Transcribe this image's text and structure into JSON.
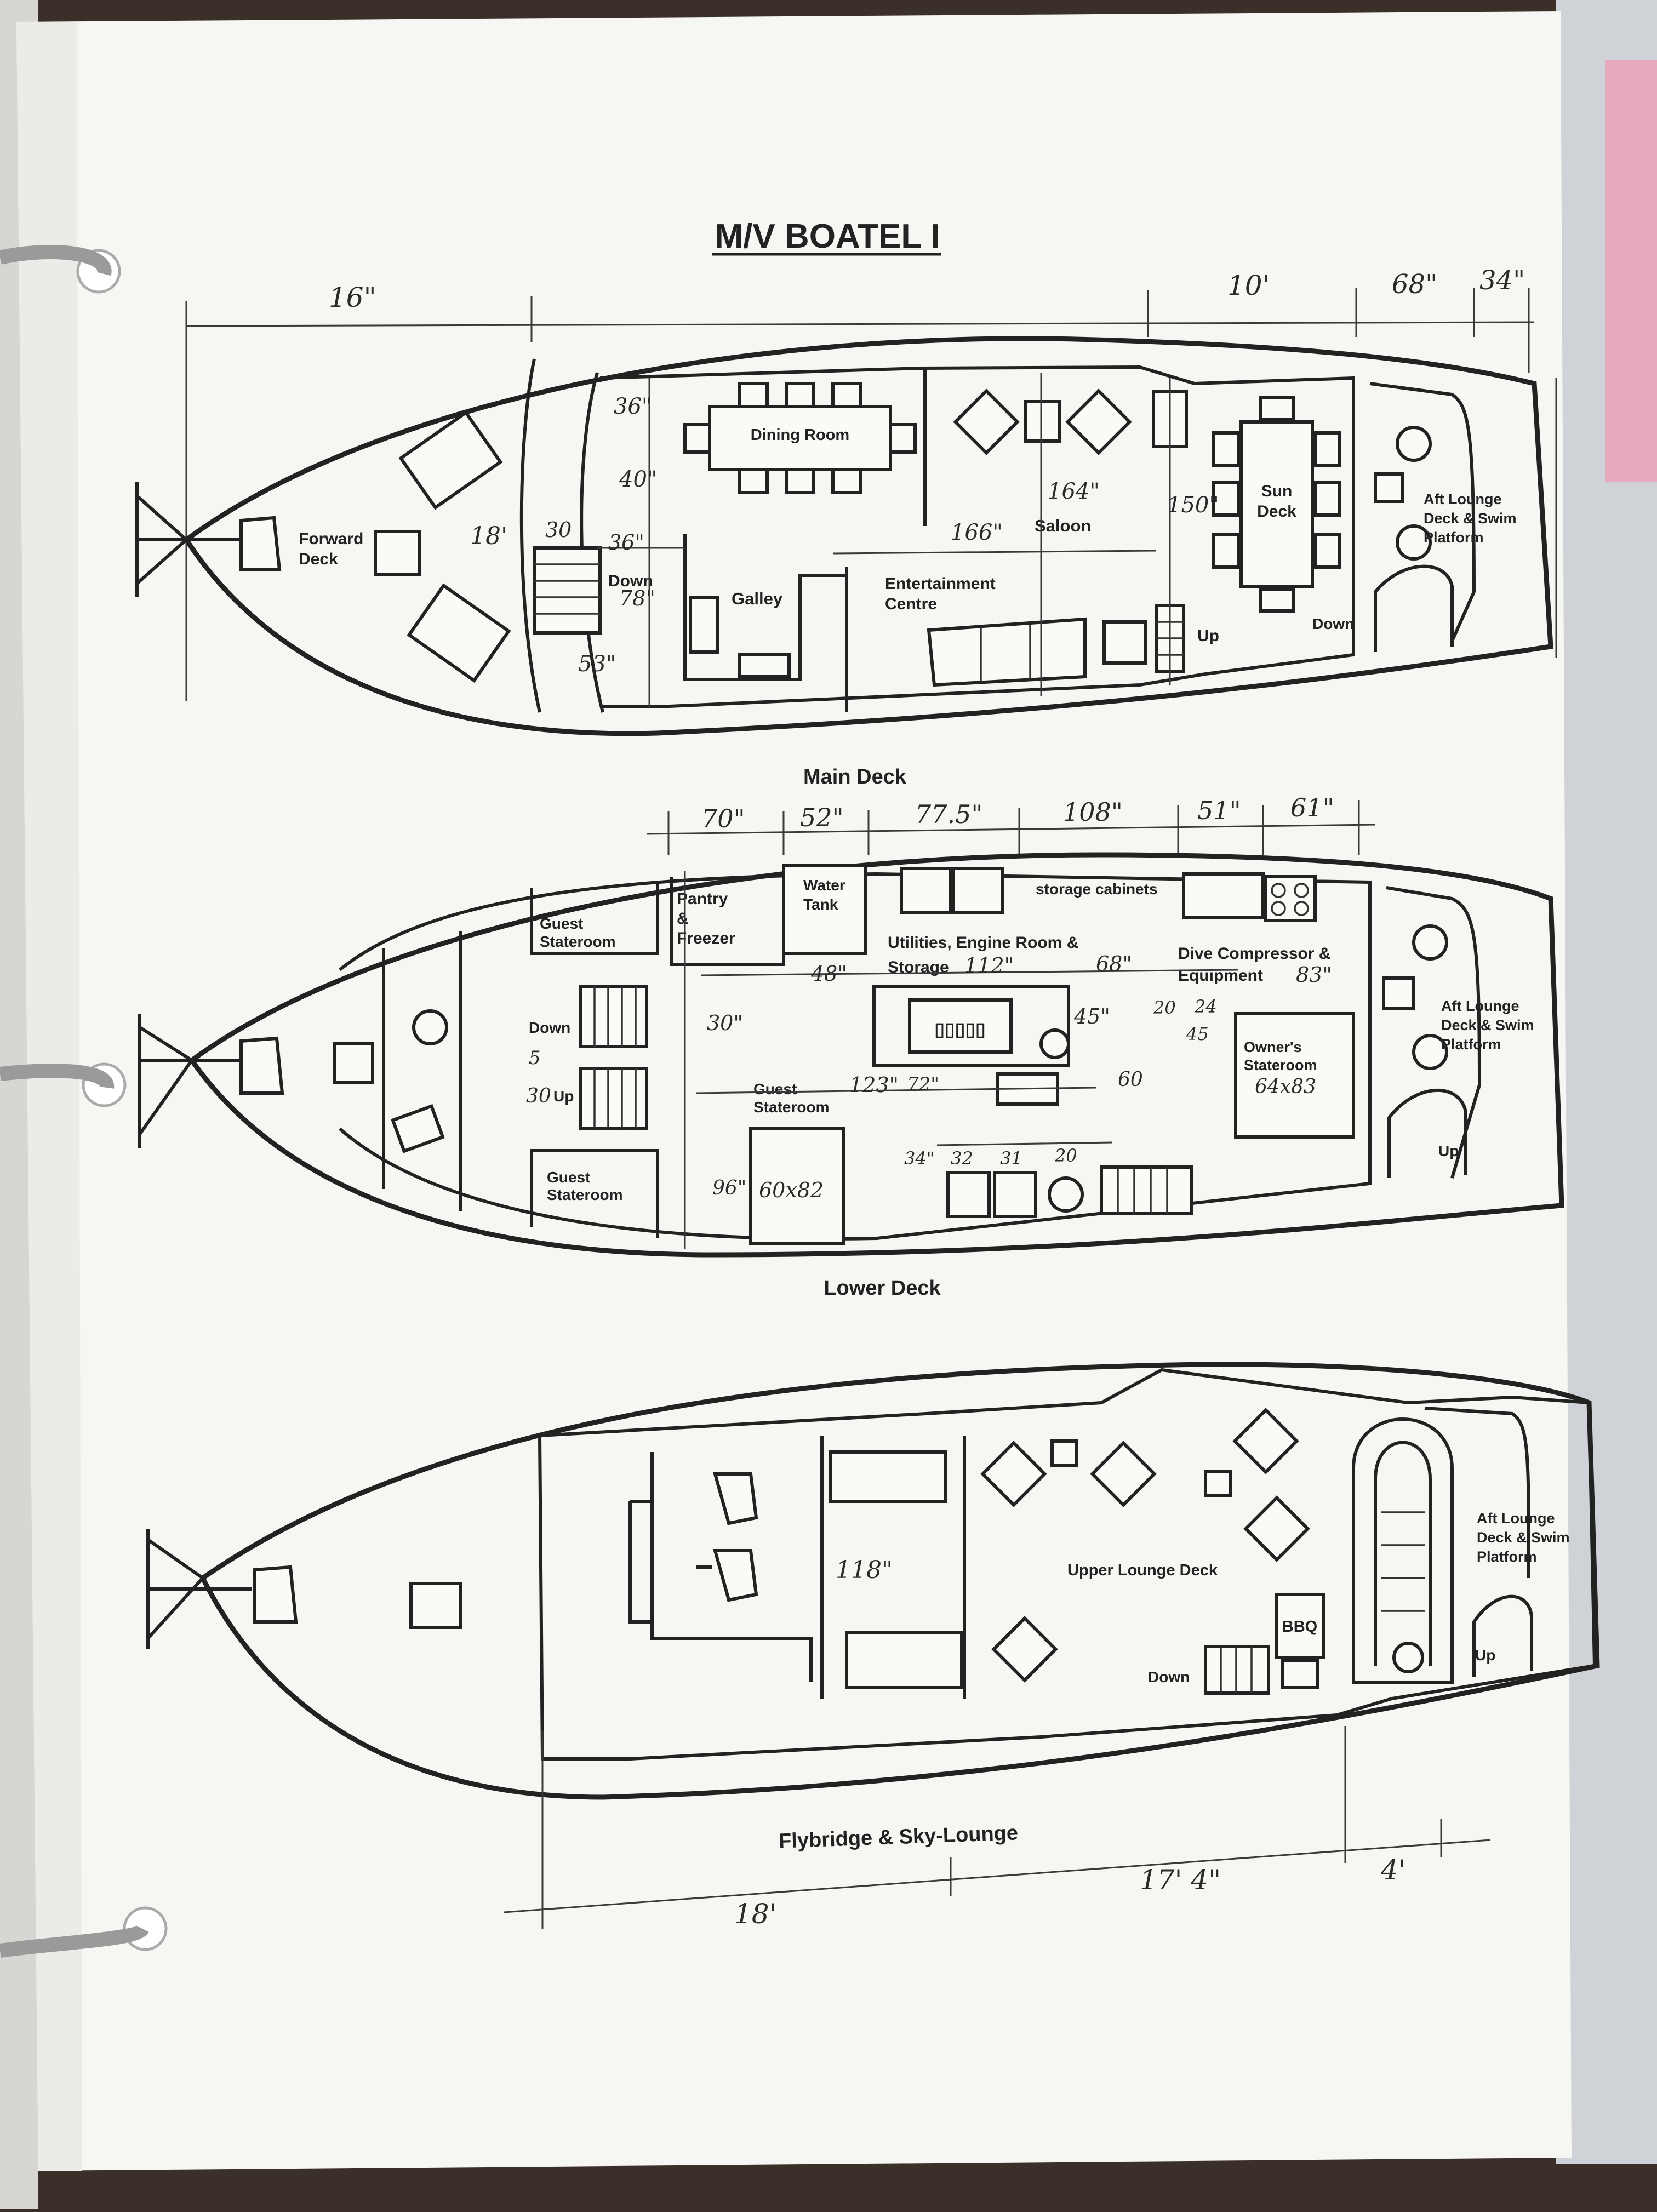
{
  "title": "M/V BOATEL I",
  "decks": {
    "main": {
      "caption": "Main Deck",
      "labels": {
        "forward_deck": [
          "Forward",
          "Deck"
        ],
        "dining_room": "Dining Room",
        "saloon": "Saloon",
        "galley": "Galley",
        "entertainment": [
          "Entertainment",
          "Centre"
        ],
        "sun_deck": [
          "Sun",
          "Deck"
        ],
        "aft_lounge": [
          "Aft Lounge",
          "Deck & Swim",
          "Platform"
        ],
        "down_fwd": "Down",
        "down_aft": "Down",
        "up": "Up"
      },
      "dimensions": {
        "top": [
          "16\"",
          "10'",
          "68\"",
          "34\""
        ],
        "inside": [
          "36\"",
          "40\"",
          "18'",
          "30",
          "36\"",
          "78\"",
          "53\"",
          "166\"",
          "164\"",
          "150\""
        ]
      }
    },
    "lower": {
      "caption": "Lower Deck",
      "labels": {
        "guest_stateroom_top": [
          "Guest",
          "Stateroom"
        ],
        "pantry": [
          "Pantry",
          "&",
          "Freezer"
        ],
        "water_tank": [
          "Water",
          "Tank"
        ],
        "storage_cabinets": "storage cabinets",
        "utilities": [
          "Utilities, Engine Room &",
          "Storage"
        ],
        "dive_compressor": [
          "Dive Compressor &",
          "Equipment"
        ],
        "aft_lounge": [
          "Aft Lounge",
          "Deck & Swim",
          "Platform"
        ],
        "owners_stateroom": [
          "Owner's",
          "Stateroom"
        ],
        "guest_stateroom_mid": [
          "Guest",
          "Stateroom"
        ],
        "guest_stateroom_bottom": [
          "Guest",
          "Stateroom"
        ],
        "down": "Down",
        "up": "Up",
        "up_aft": "Up"
      },
      "dimensions": {
        "top": [
          "70\"",
          "52\"",
          "77.5\"",
          "108\"",
          "51\"",
          "61\""
        ],
        "inside": [
          "48\"",
          "112\"",
          "68\"",
          "83\"",
          "30\"",
          "5",
          "30",
          "123\"",
          "72\"",
          "45\"",
          "20",
          "24",
          "45",
          "60",
          "64x83",
          "96\"",
          "60x82",
          "34\"",
          "32",
          "31",
          "20"
        ]
      }
    },
    "fly": {
      "caption": "Flybridge & Sky-Lounge",
      "labels": {
        "upper_lounge": "Upper Lounge Deck",
        "bbq": "BBQ",
        "down": "Down",
        "up": "Up",
        "aft_lounge": [
          "Aft Lounge",
          "Deck & Swim",
          "Platform"
        ]
      },
      "dimensions": {
        "inside": [
          "118\""
        ],
        "bottom": [
          "18'",
          "17' 4\"",
          "4'"
        ]
      }
    }
  }
}
